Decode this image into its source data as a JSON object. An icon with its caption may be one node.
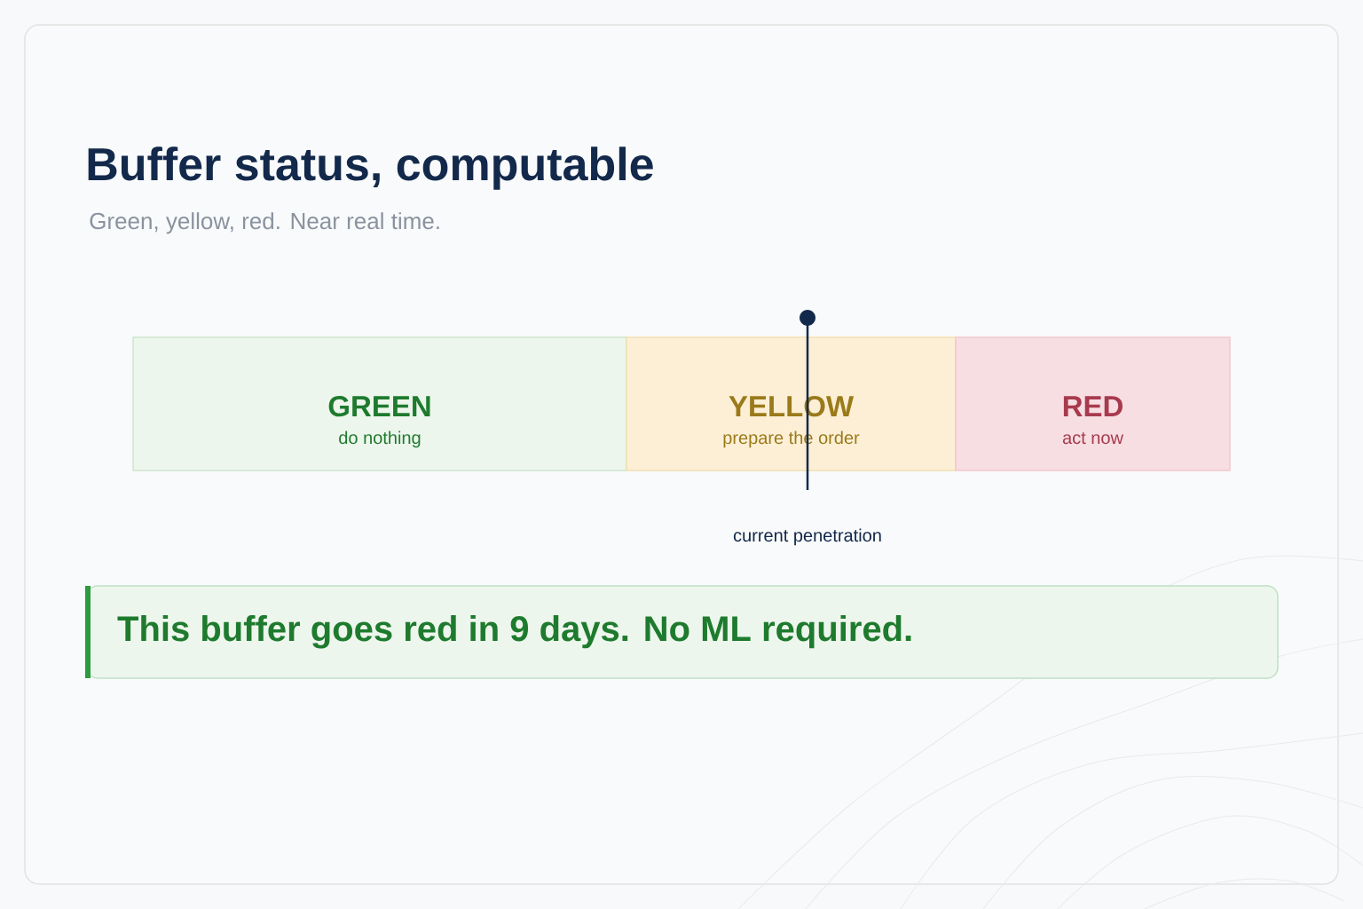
{
  "diagram": {
    "title": "Buffer status, computable",
    "nodes": [
      {
        "text": [
          "GREEN",
          "do nothing"
        ]
      },
      {
        "text": [
          "YELLOW",
          "prepare the order"
        ]
      },
      {
        "text": [
          "RED",
          "act now"
        ]
      },
      {
        "text": [
          "This buffer goes red in 9 days. No ML required."
        ]
      }
    ],
    "labels": [
      "Green, yellow, red. Near real time.",
      "current penetration"
    ]
  }
}
